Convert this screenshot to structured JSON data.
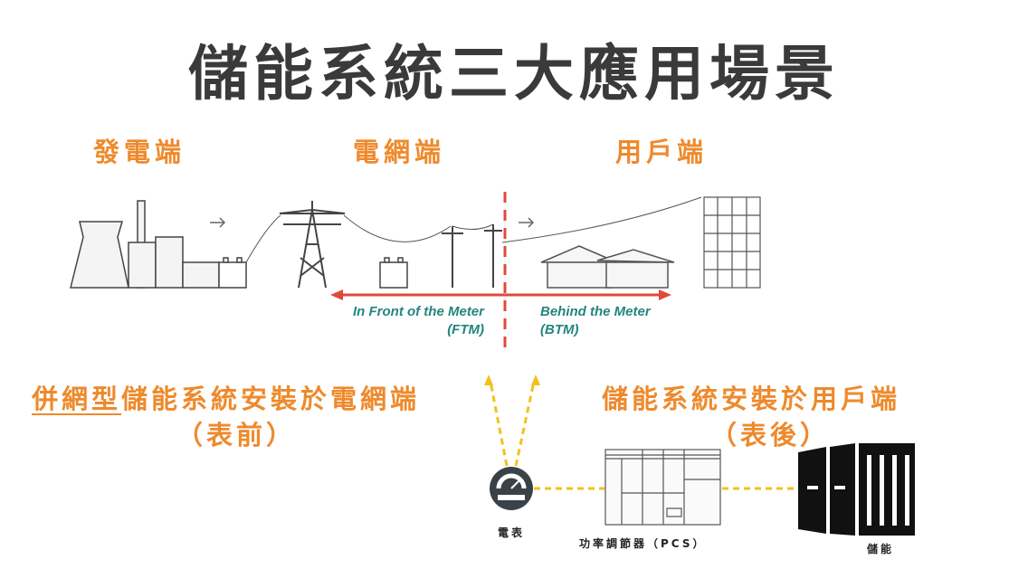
{
  "title": "儲能系統三大應用場景",
  "sections": {
    "generation": "發電端",
    "grid": "電網端",
    "user": "用戶端"
  },
  "meter_labels": {
    "ftm_line1": "In Front of the Meter",
    "ftm_line2": "(FTM)",
    "btm_line1": "Behind the Meter",
    "btm_line2": "(BTM)"
  },
  "left_caption": {
    "underlined": "併網型",
    "rest": "儲能系統安裝於電網端",
    "sub": "（表前）"
  },
  "right_caption": {
    "main": "儲能系統安裝於用戶端",
    "sub": "（表後）"
  },
  "devices": {
    "meter": "電表",
    "pcs": "功率調節器（PCS）",
    "storage": "儲能"
  },
  "colors": {
    "orange": "#ee8a2c",
    "teal": "#23857f",
    "red": "#e04a3a",
    "yellow": "#f2c21b"
  }
}
